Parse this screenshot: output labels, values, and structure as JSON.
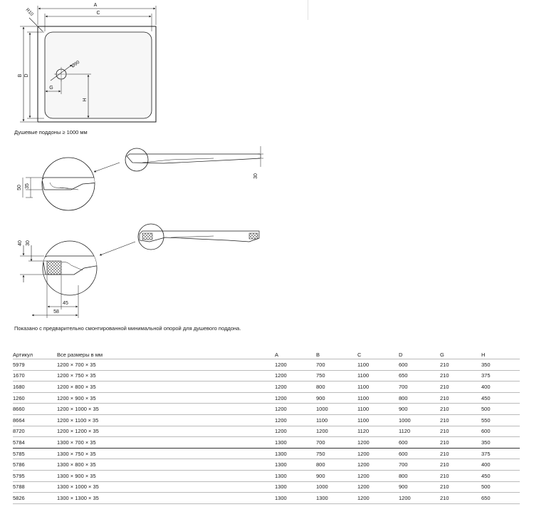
{
  "drawing": {
    "dims_top": {
      "A": "A",
      "C": "C",
      "R": "R10"
    },
    "dims_side": {
      "B": "B",
      "D": "D"
    },
    "drain": {
      "diameter": "Ø90",
      "G": "G",
      "H": "H"
    },
    "section1": {
      "height_outer": "50",
      "height_inner": "35",
      "height_profile": "30"
    },
    "section2": {
      "height_outer": "40",
      "height_inner": "30",
      "width_inner": "45",
      "width_outer": "58"
    }
  },
  "captions": {
    "trays": "Душевые поддоны ≥ 1000 мм",
    "support": "Показано с предварительно смонтированной минимальной опорой для душевого поддона."
  },
  "table": {
    "headers": [
      "Артикул",
      "Все размеры в мм",
      "A",
      "B",
      "C",
      "D",
      "G",
      "H"
    ],
    "rows": [
      [
        "5979",
        "1200 × 700 × 35",
        "1200",
        "700",
        "1100",
        "600",
        "210",
        "350"
      ],
      [
        "1670",
        "1200 × 750 × 35",
        "1200",
        "750",
        "1100",
        "650",
        "210",
        "375"
      ],
      [
        "1680",
        "1200 × 800 × 35",
        "1200",
        "800",
        "1100",
        "700",
        "210",
        "400"
      ],
      [
        "1260",
        "1200 × 900 × 35",
        "1200",
        "900",
        "1100",
        "800",
        "210",
        "450"
      ],
      [
        "8660",
        "1200 × 1000 × 35",
        "1200",
        "1000",
        "1100",
        "900",
        "210",
        "500"
      ],
      [
        "8664",
        "1200 × 1100 × 35",
        "1200",
        "1100",
        "1100",
        "1000",
        "210",
        "550"
      ],
      [
        "8720",
        "1200 × 1200 × 35",
        "1200",
        "1200",
        "1120",
        "1120",
        "210",
        "600"
      ],
      [
        "5784",
        "1300 × 700 × 35",
        "1300",
        "700",
        "1200",
        "600",
        "210",
        "350"
      ],
      [
        "5785",
        "1300 × 750 × 35",
        "1300",
        "750",
        "1200",
        "600",
        "210",
        "375"
      ],
      [
        "5786",
        "1300 × 800 × 35",
        "1300",
        "800",
        "1200",
        "700",
        "210",
        "400"
      ],
      [
        "5795",
        "1300 × 900 × 35",
        "1300",
        "900",
        "1200",
        "800",
        "210",
        "450"
      ],
      [
        "5788",
        "1300 × 1000 × 35",
        "1300",
        "1000",
        "1200",
        "900",
        "210",
        "500"
      ],
      [
        "5826",
        "1300 × 1300 × 35",
        "1300",
        "1300",
        "1200",
        "1200",
        "210",
        "650"
      ]
    ]
  }
}
